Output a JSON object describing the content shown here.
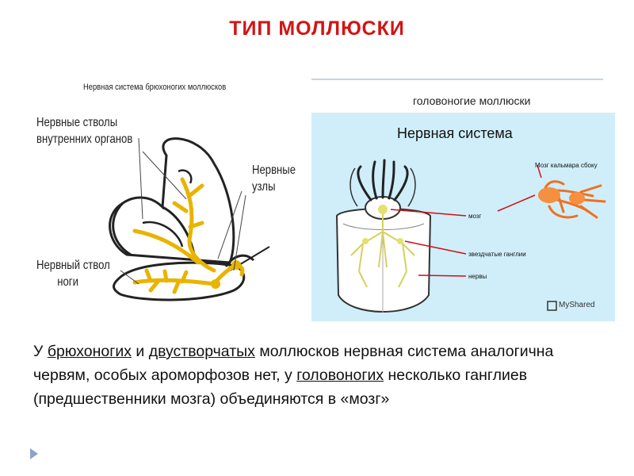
{
  "title": "ТИП  МОЛЛЮСКИ",
  "left_figure": {
    "caption": "Нервная система брюхоногих моллюсков",
    "label_trunks_line1": "Нервные стволы",
    "label_trunks_line2": "внутренних органов",
    "label_nodes_line1": "Нервные",
    "label_nodes_line2": "узлы",
    "label_foot_line1": "Нервный ствол",
    "label_foot_line2": "ноги"
  },
  "right_figure": {
    "heading": "головоногие моллюски",
    "title": "Нервная система",
    "label_squid_brain": "Мозг кальмара сбоку",
    "label_brain": "мозг",
    "label_ganglia": "звездчатые ганглии",
    "label_nerves": "нервы",
    "brand": "MyShared"
  },
  "body": {
    "p1": "У ",
    "link1": "брюхоногих",
    "p2": "  и ",
    "link2": "двустворчатых",
    "p3": " моллюсков нервная система аналогична червям, особых ароморфозов нет, у ",
    "link3": "головоногих",
    "p4": " несколько ганглиев  (предшественники мозга) объединяются в «мозг»"
  },
  "colors": {
    "title": "#d21414",
    "nerve": "#e8b400",
    "arrow": "#d01010",
    "panel": "#cfeefa"
  }
}
